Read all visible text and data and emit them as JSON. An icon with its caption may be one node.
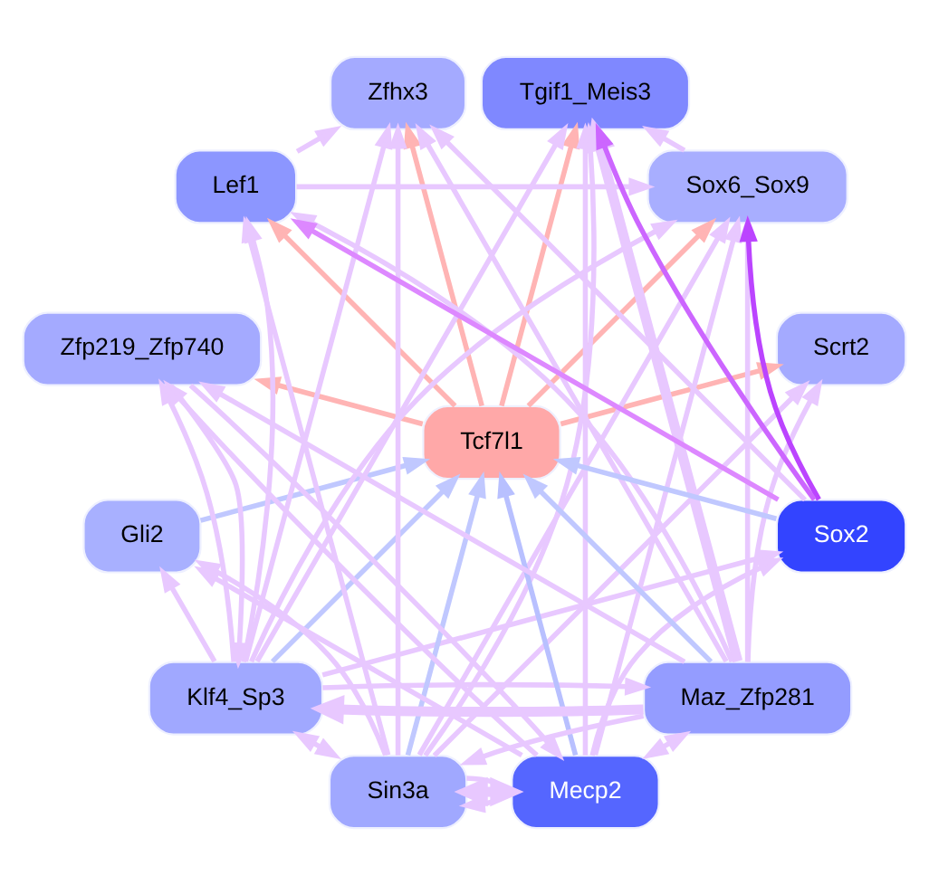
{
  "diagram": {
    "nodes": [
      {
        "text": [
          "Scrt2"
        ]
      },
      {
        "text": [
          "Sox6_Sox9"
        ]
      },
      {
        "text": [
          "Zfp219_Zfp740"
        ]
      },
      {
        "text": [
          "Tgif1_Meis3"
        ]
      },
      {
        "text": [
          "Sox2"
        ]
      },
      {
        "text": [
          "Zfhx3"
        ]
      },
      {
        "text": [
          "Tcf7l1"
        ]
      },
      {
        "text": [
          "Lef1"
        ]
      },
      {
        "text": [
          "Gli2"
        ]
      },
      {
        "text": [
          "Maz_Zfp281"
        ]
      },
      {
        "text": [
          "Klf4_Sp3"
        ]
      },
      {
        "text": [
          "Mecp2"
        ]
      },
      {
        "text": [
          "Sin3a"
        ]
      }
    ],
    "edges": [
      {
        "from": 6,
        "to": 0,
        "arrow": "to",
        "color": "#ffb4b4"
      },
      {
        "from": 6,
        "to": 1,
        "arrow": "to",
        "color": "#ffb4b4"
      },
      {
        "from": 6,
        "to": 3,
        "arrow": "to",
        "color": "#ffb4b4"
      },
      {
        "from": 6,
        "to": 5,
        "arrow": "to",
        "color": "#ffb4b4"
      },
      {
        "from": 8,
        "to": 6,
        "arrow": "to",
        "color": "#c0c8ff"
      },
      {
        "from": 10,
        "to": 6,
        "arrow": "to",
        "color": "#c0c8ff"
      },
      {
        "from": 12,
        "to": 6,
        "arrow": "to",
        "color": "#c0c8ff"
      },
      {
        "from": 11,
        "to": 6,
        "arrow": "to",
        "color": "#b8c0ff"
      },
      {
        "from": 9,
        "to": 6,
        "arrow": "to",
        "color": "#c0c8ff"
      },
      {
        "from": 6,
        "to": 7,
        "arrow": "to",
        "color": "#ffb4b4"
      },
      {
        "from": 4,
        "to": 6,
        "arrow": "to",
        "color": "#c0c8ff"
      },
      {
        "from": 6,
        "to": 2,
        "arrow": "to",
        "color": "#ffb4b4"
      },
      {
        "from": 4,
        "to": 1,
        "arrow": "to",
        "color": "#bb44ff"
      },
      {
        "from": 4,
        "to": 3,
        "arrow": "to",
        "color": "#cc66ff"
      },
      {
        "from": 4,
        "to": 7,
        "arrow": "to",
        "color": "#dd88ff"
      },
      {
        "from": 4,
        "to": 5,
        "arrow": "to"
      },
      {
        "from": 1,
        "to": 3,
        "arrow": "to"
      },
      {
        "from": 9,
        "to": 0,
        "arrow": "to"
      },
      {
        "from": 9,
        "to": 1,
        "arrow": "to"
      },
      {
        "from": 9,
        "to": 2,
        "arrow": "to"
      },
      {
        "from": 9,
        "to": 3,
        "arrow": "to",
        "style": "thick"
      },
      {
        "from": 9,
        "to": 5,
        "arrow": "to"
      },
      {
        "from": 9,
        "to": 7,
        "arrow": "to"
      },
      {
        "from": 9,
        "to": 10,
        "arrow": "to",
        "style": "thick"
      },
      {
        "from": 9,
        "to": 12,
        "arrow": "to"
      },
      {
        "from": 9,
        "to": 11,
        "arrow": "both"
      },
      {
        "from": 10,
        "to": 1,
        "arrow": "to"
      },
      {
        "from": 10,
        "to": 2,
        "arrow": "to"
      },
      {
        "from": 10,
        "to": 3,
        "arrow": "to"
      },
      {
        "from": 10,
        "to": 5,
        "arrow": "to"
      },
      {
        "from": 10,
        "to": 8,
        "arrow": "to"
      },
      {
        "from": 10,
        "to": 4,
        "arrow": "to"
      },
      {
        "from": 10,
        "to": 7,
        "arrow": "to"
      },
      {
        "from": 10,
        "to": 9,
        "arrow": "to"
      },
      {
        "from": 10,
        "to": 12,
        "arrow": "both"
      },
      {
        "from": 11,
        "to": 1,
        "arrow": "to"
      },
      {
        "from": 11,
        "to": 3,
        "arrow": "to"
      },
      {
        "from": 11,
        "to": 2,
        "arrow": "to"
      },
      {
        "from": 11,
        "to": 4,
        "arrow": "to"
      },
      {
        "from": 11,
        "to": 8,
        "arrow": "to"
      },
      {
        "from": 11,
        "to": 12,
        "arrow": "both",
        "style": "thick"
      },
      {
        "from": 12,
        "to": 0,
        "arrow": "to"
      },
      {
        "from": 12,
        "to": 1,
        "arrow": "to"
      },
      {
        "from": 12,
        "to": 3,
        "arrow": "to"
      },
      {
        "from": 12,
        "to": 5,
        "arrow": "to"
      },
      {
        "from": 12,
        "to": 8,
        "arrow": "to"
      },
      {
        "from": 12,
        "to": 7,
        "arrow": "to"
      },
      {
        "from": 12,
        "to": 12,
        "arrow": "to"
      },
      {
        "from": 7,
        "to": 1,
        "arrow": "to"
      },
      {
        "from": 7,
        "to": 5,
        "arrow": "to"
      },
      {
        "from": 2,
        "to": 10,
        "arrow": "to"
      },
      {
        "from": 2,
        "to": 11,
        "arrow": "to"
      }
    ]
  }
}
